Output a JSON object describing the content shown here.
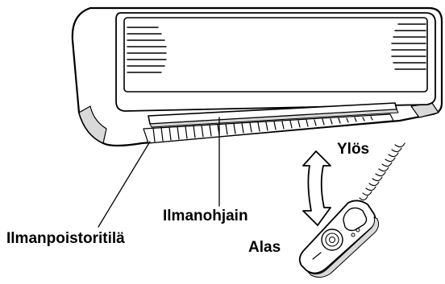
{
  "labels": {
    "up": "Ylös",
    "air_guide": "Ilmanohjain",
    "air_outlet": "Ilmanpoistoritilä",
    "down": "Alas"
  },
  "colors": {
    "line": "#000000",
    "fill": "#ffffff",
    "shade": "#d9d9d9"
  }
}
